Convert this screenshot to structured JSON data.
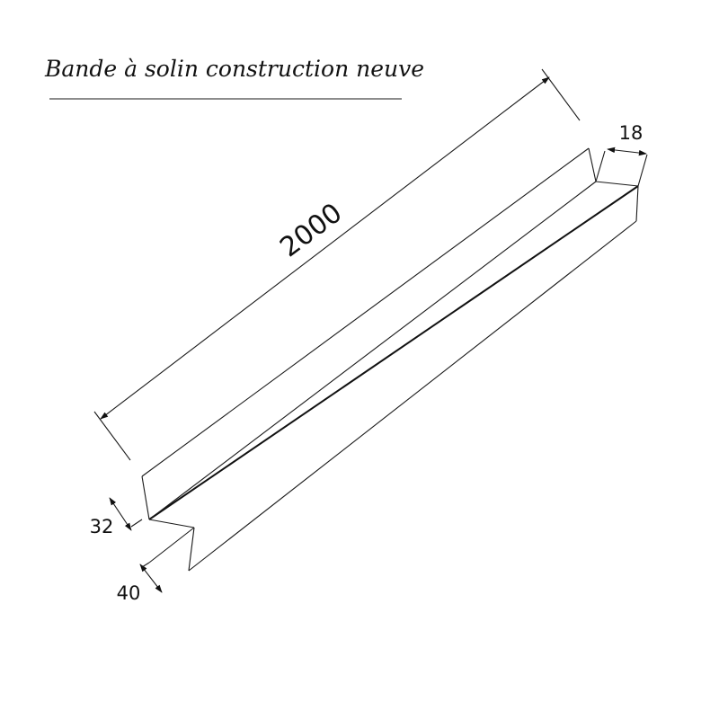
{
  "title": "Bande à solin construction neuve",
  "dimensions": {
    "length": "2000",
    "top_width": "18",
    "height": "32",
    "base_width": "40"
  },
  "colors": {
    "line": "#1a1a1a",
    "background": "#ffffff"
  }
}
